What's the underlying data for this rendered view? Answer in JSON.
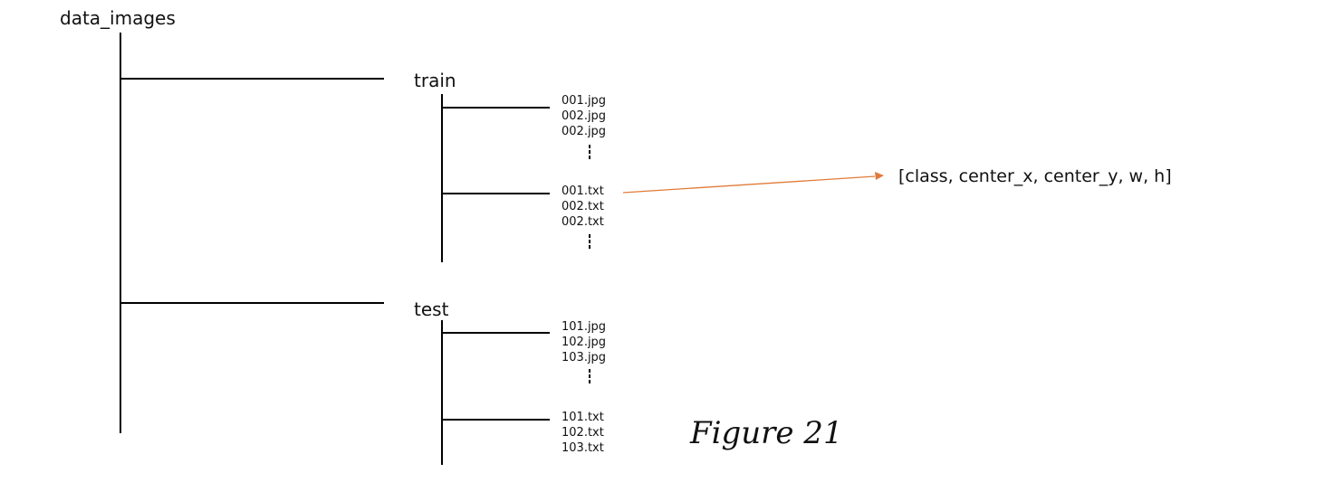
{
  "root": {
    "label": "data_images"
  },
  "train": {
    "label": "train",
    "images": [
      "001.jpg",
      "002.jpg",
      "002.jpg"
    ],
    "labels": [
      "001.txt",
      "002.txt",
      "002.txt"
    ]
  },
  "test": {
    "label": "test",
    "images": [
      "101.jpg",
      "102.jpg",
      "103.jpg"
    ],
    "labels": [
      "101.txt",
      "102.txt",
      "103.txt"
    ]
  },
  "annotation": {
    "text": "[class, center_x, center_y, w, h]",
    "arrow_color": "#e07b39"
  },
  "caption": "Figure 21"
}
